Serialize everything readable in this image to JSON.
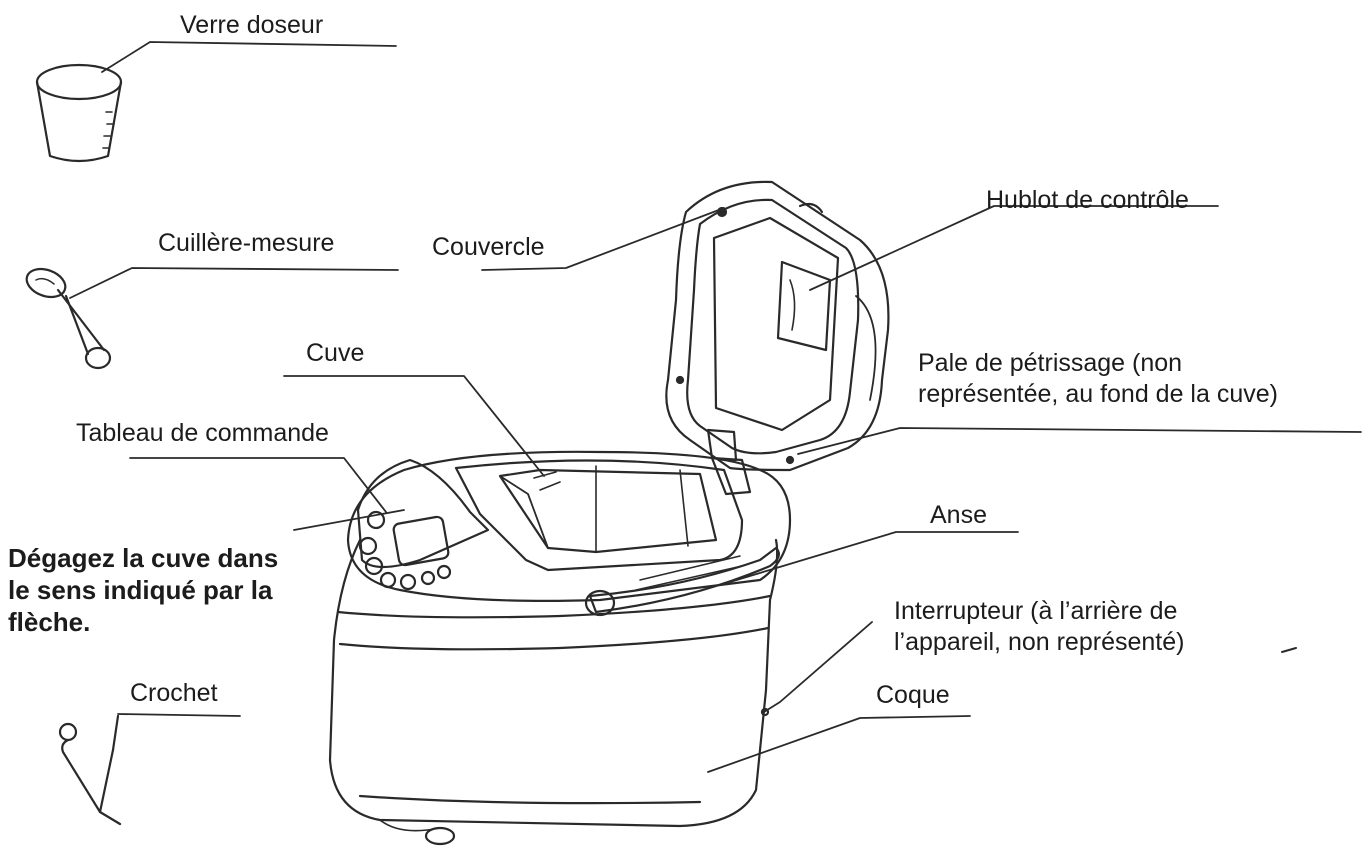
{
  "labels": {
    "verre_doseur": "Verre doseur",
    "cuillere_mesure": "Cuillère-mesure",
    "couvercle": "Couvercle",
    "hublot": "Hublot de contrôle",
    "cuve": "Cuve",
    "pale_line1": "Pale de pétrissage (non",
    "pale_line2": "représentée, au fond de la cuve)",
    "tableau": "Tableau de commande",
    "degagez_line1": "Dégagez la cuve dans",
    "degagez_line2": "le sens indiqué par la",
    "degagez_line3": "flèche.",
    "anse": "Anse",
    "interrupteur_line1": "Interrupteur (à l’arrière de",
    "interrupteur_line2": "l’appareil, non représenté)",
    "crochet": "Crochet",
    "coque": "Coque"
  },
  "colors": {
    "ink": "#1c1c1c",
    "line": "#2a2a2a",
    "background": "#ffffff"
  }
}
